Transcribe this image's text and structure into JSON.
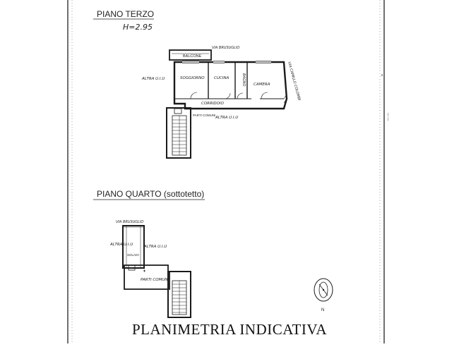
{
  "floor3": {
    "title": "PIANO TERZO",
    "height": "H=2.95",
    "labels": {
      "balcone": "BALCONE",
      "via_brusuglio": "VIA BRUSUGLIO",
      "via_camillo": "VIA CAMILLO COLOMBI",
      "altra_uiu_left": "ALTRA U.I.U",
      "soggiorno": "SOGGIORNO",
      "cucina": "CUCINA",
      "bagno": "BAGNO",
      "camera": "CAMERA",
      "corridoio": "CORRIDOIO",
      "altra_uiu_bottom": "ALTRA U.I.U",
      "parti_comuni": "PARTI COMUNI"
    }
  },
  "floor4": {
    "title": "PIANO QUARTO (sottotetto)",
    "labels": {
      "via_brusuglio": "VIA BRUSUGLIO",
      "altra_uiu_left": "ALTRA U.I.U",
      "altra_uiu_right": "ALTRA U.I.U",
      "solaio": "SOLAIO",
      "parti_comuni": "PARTI COMUNI"
    }
  },
  "compass": {
    "north_label": "N"
  },
  "footer": {
    "title": "PLANIMETRIA INDICATIVA"
  },
  "colors": {
    "line": "#1a1a1a",
    "paper": "#ffffff"
  }
}
